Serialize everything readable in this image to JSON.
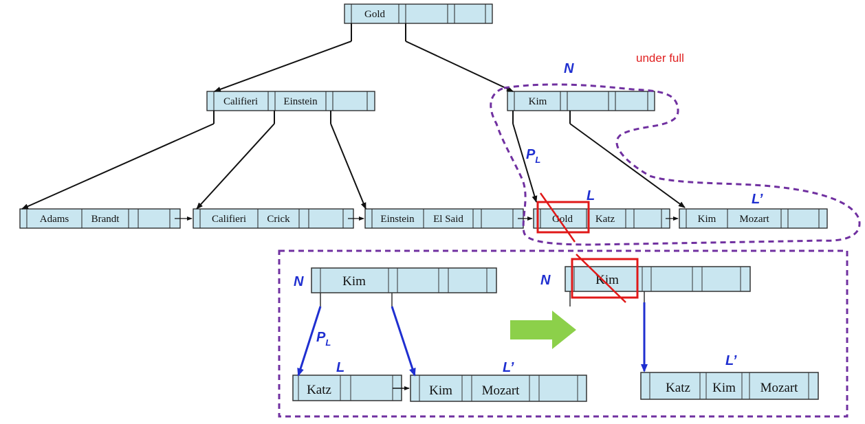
{
  "top_tree": {
    "root": {
      "keys": [
        "Gold"
      ]
    },
    "internal": [
      {
        "keys": [
          "Califieri",
          "Einstein"
        ]
      },
      {
        "keys": [
          "Kim"
        ]
      }
    ],
    "leaves": [
      {
        "keys": [
          "Adams",
          "Brandt"
        ]
      },
      {
        "keys": [
          "Califieri",
          "Crick"
        ]
      },
      {
        "keys": [
          "Einstein",
          "El Said"
        ]
      },
      {
        "keys": [
          "Gold",
          "Katz"
        ]
      },
      {
        "keys": [
          "Kim",
          "Mozart"
        ]
      }
    ]
  },
  "labels": {
    "n": "N",
    "l": "L",
    "l_prime": "L’",
    "p": "P",
    "p_sub": "L"
  },
  "note": "under full",
  "detail": {
    "before": {
      "node": {
        "keys": [
          "Kim"
        ]
      },
      "leaf_l": {
        "keys": [
          "Katz"
        ]
      },
      "leaf_l_prime": {
        "keys": [
          "Kim",
          "Mozart"
        ]
      }
    },
    "after": {
      "node": {
        "keys": [
          "Kim"
        ]
      },
      "merged_leaf": {
        "keys": [
          "Katz",
          "Kim",
          "Mozart"
        ]
      }
    }
  },
  "colors": {
    "node_fill": "#c9e6f0",
    "purple_outline": "#7030a0",
    "red_mark": "#e01818",
    "blue_pointer": "#1f2fd0",
    "green_arrow": "#8cd04a"
  }
}
